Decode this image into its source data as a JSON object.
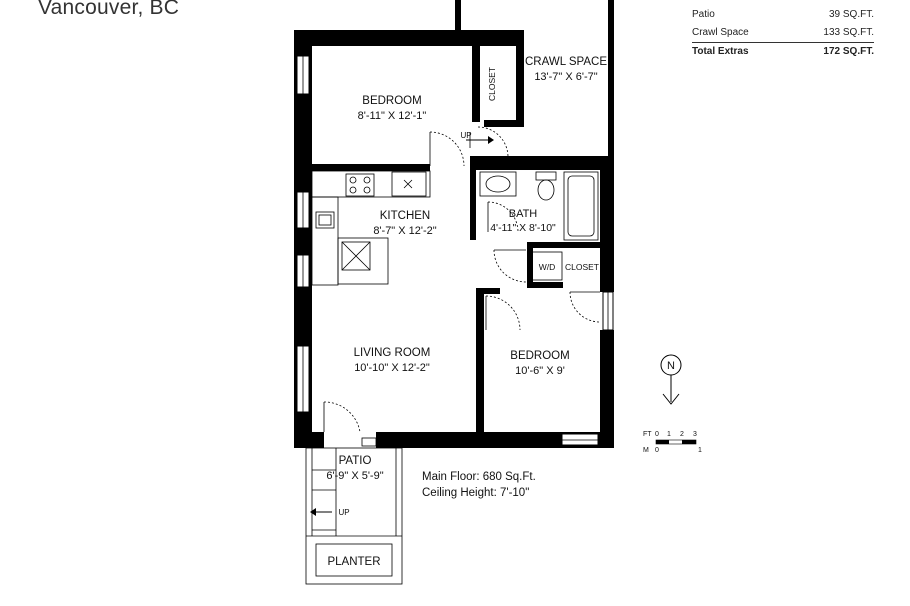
{
  "header": {
    "title": "Vancouver, BC"
  },
  "extras_table": {
    "rows": [
      {
        "label": "Patio",
        "value": "39 SQ.FT."
      },
      {
        "label": "Crawl Space",
        "value": "133 SQ.FT."
      }
    ],
    "total": {
      "label": "Total Extras",
      "value": "172 SQ.FT."
    }
  },
  "rooms": {
    "bedroom1": {
      "name": "BEDROOM",
      "dims": "8'-11\" X 12'-1\""
    },
    "closet1": {
      "name": "CLOSET"
    },
    "crawl_space": {
      "name": "CRAWL SPACE",
      "dims": "13'-7\" X 6'-7\""
    },
    "kitchen": {
      "name": "KITCHEN",
      "dims": "8'-7\" X 12'-2\""
    },
    "bath": {
      "name": "BATH",
      "dims": "4'-11\" X 8'-10\""
    },
    "wd": {
      "name": "W/D"
    },
    "closet2": {
      "name": "CLOSET"
    },
    "living_room": {
      "name": "LIVING ROOM",
      "dims": "10'-10\" X 12'-2\""
    },
    "bedroom2": {
      "name": "BEDROOM",
      "dims": "10'-6\" X 9'"
    },
    "patio": {
      "name": "PATIO",
      "dims": "6'-9\" X 5'-9\""
    },
    "planter": {
      "name": "PLANTER"
    }
  },
  "stairs": {
    "up_label_1": "UP",
    "up_label_2": "UP"
  },
  "floor_info": {
    "main_floor": "Main Floor: 680 Sq.Ft.",
    "ceiling_height": "Ceiling Height: 7'-10\""
  },
  "compass": {
    "letter": "N"
  },
  "scale_bar": {
    "ft_label": "FT",
    "ft_ticks": [
      "0",
      "1",
      "2",
      "3"
    ],
    "m_label": "M",
    "m_ticks": [
      "0",
      "1"
    ]
  },
  "colors": {
    "wall": "#000000",
    "background": "#ffffff",
    "text": "#111111"
  }
}
